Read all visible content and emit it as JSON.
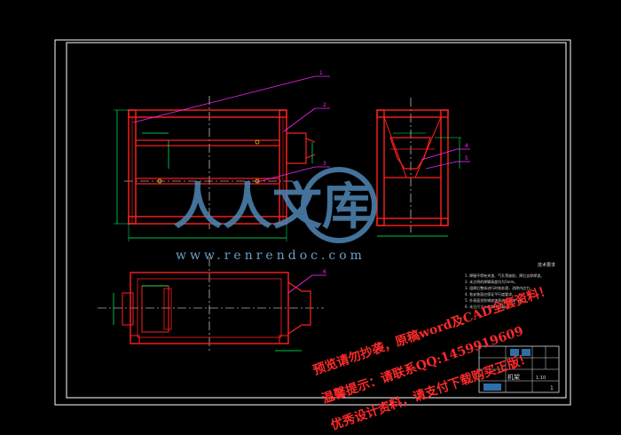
{
  "watermark": {
    "site_url": "www.renrendoc.com",
    "logo_text": "人人文库",
    "colors": {
      "logo": "#4f86b5",
      "notice": "#ff2a2a"
    },
    "lines": [
      "预览请勿抄袭，原稿word及CAD全套资料！",
      "温馨提示：请联系QQ:1459919609",
      "优秀设计资料，请支付下载购买正版！"
    ]
  },
  "drawing": {
    "background": "#000000",
    "colors": {
      "frame": "#ffffff",
      "structure": "#ff2020",
      "dimension": "#00ff66",
      "leader": "#ff22ff",
      "center": "#ffffff"
    },
    "part_labels": [
      "1",
      "2",
      "3",
      "4",
      "5",
      "6"
    ]
  },
  "tech_notes": {
    "title": "技术要求",
    "lines": [
      "1. 焊缝不得有夹渣、气孔等缺陷，焊后去除焊渣。",
      "2. 未注明的焊脚高度均为5mm。",
      "3. 组焊后整体进行时效处理，消除内应力。",
      "4. 各安装面应保证平行度要求。",
      "5. 外表面涂防锈底漆两遍，面漆一遍。",
      "6. 未注尺寸公差按IT14级。"
    ]
  },
  "title_block": {
    "name": "机架",
    "sheet": "1",
    "scale": "1:10"
  }
}
